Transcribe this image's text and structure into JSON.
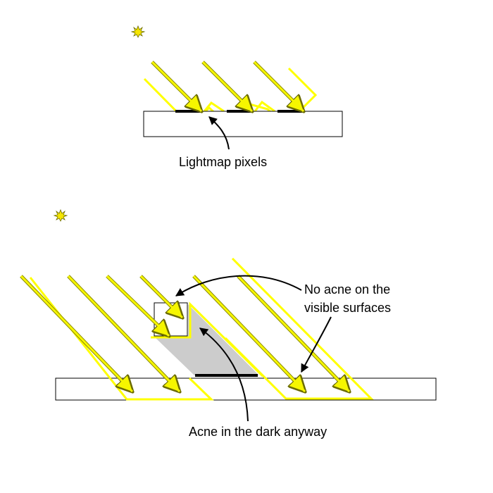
{
  "labels": {
    "lightmap_pixels": "Lightmap pixels",
    "no_acne_line1": "No acne on the",
    "no_acne_line2": "visible surfaces",
    "acne_in_dark": "Acne in the dark anyway"
  },
  "colors": {
    "ray_fill": "#f6f600",
    "ray_edge": "#8a8a00",
    "shadow_outline": "#ffff00",
    "acne_region": "#cccccc",
    "lightmap_pixel": "#000000"
  },
  "icons": [
    "sun-icon",
    "sun-icon"
  ]
}
